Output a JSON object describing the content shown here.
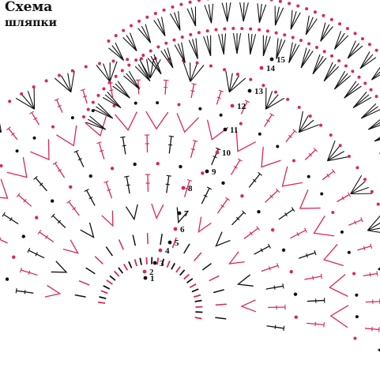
{
  "header": {
    "title": "Схема",
    "subtitle": "шляпки"
  },
  "row_labels": [
    "1",
    "2",
    "3",
    "4",
    "5",
    "6",
    "7",
    "8",
    "9",
    "10",
    "11",
    "12",
    "13",
    "14",
    "15"
  ],
  "colors": {
    "red": "#d9265c",
    "black": "#111111"
  },
  "symbols": [
    "chain-dot",
    "single-crochet",
    "double-crochet",
    "double-crochet-cluster",
    "dc-fan",
    "picot-edge"
  ]
}
